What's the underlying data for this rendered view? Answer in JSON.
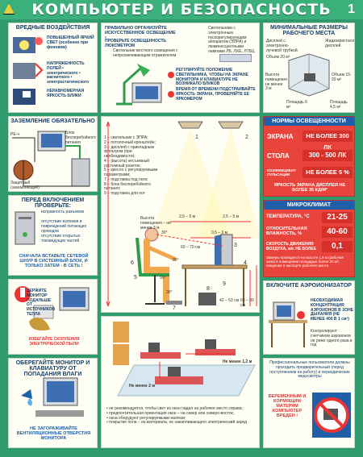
{
  "header": {
    "title": "КОМПЬЮТЕР И БЕЗОПАСНОСТЬ",
    "page_number": "1"
  },
  "harmful": {
    "title": "ВРЕДНЫЕ ВОЗДЕЙСТВИЯ",
    "items": [
      "ПОВЫШЕННЫЙ ЯРКИЙ СВЕТ (особенно при фоновом)",
      "НАПРЯЖЕННОСТЬ ПОЛЕЙ • электрического • магнитного • электростатического",
      "НЕРАВНОМЕРНАЯ ЯРКОСТЬ БЛИКИ"
    ]
  },
  "lighting": {
    "title": "ПРАВИЛЬНО ОРГАНИЗУЙТЕ ИСКУССТВЕННОЕ ОСВЕЩЕНИЕ !",
    "sub": "ПРОВЕРЬТЕ ОСВЕЩЕННОСТЬ ЛЮКСМЕТРОМ",
    "lamp_note": "Светильники с электронным пускорегулирующим аппаратом (ЭПРА) и люминесцентными лампами ЛБ, ЛХЕ, ЛТБЦ",
    "local": "Светильник местного освещения с непросвечивающим отражателем",
    "tip1": "РЕГУЛИРУЙТЕ ПОЛОЖЕНИЕ СВЕТИЛЬНИКА, ЧТОБЫ НА ЭКРАНЕ МОНИТОРА И КЛАВИАТУРЕ НЕ ВОЗНИКАЛО БЛИКОВ",
    "tip2": "ВРЕМЯ ОТ ВРЕМЕНИ ПОДСТРАИВАЙТЕ ЯРКОСТЬ ЭКРАНА, ПРОВЕРЯЙТЕ ЕЕ ЯРКОМЕРОМ"
  },
  "minsizes": {
    "title": "МИНИМАЛЬНЫЕ РАЗМЕРЫ РАБОЧЕГО МЕСТА",
    "d1": "Дисплей с электронно-лучевой трубкой",
    "d2": "Жидкокристаллический дисплей",
    "v1": "Объем 20 м³",
    "v2": "Объем 15-20 м³",
    "a1": "Площадь 6 м²",
    "a2": "Площадь 4,5 м²",
    "h": "Высота помещения не менее 3 м"
  },
  "grounding": {
    "title": "ЗАЗЕМЛЕНИЕ ОБЯЗАТЕЛЬНО",
    "labels": [
      "Блок бесперебойного питания",
      "Защитный (заземляющий) проводник",
      "РЕ-ч"
    ]
  },
  "norms": {
    "title": "НОРМЫ ОСВЕЩЕННОСТИ",
    "rows": [
      {
        "label": "ЭКРАНА",
        "value": "НЕ БОЛЕЕ 300 ЛК"
      },
      {
        "label": "СТОЛА",
        "value": "300 - 500 ЛК"
      },
      {
        "label": "КОЭФФИЦИЕНТ ПУЛЬСАЦИИ",
        "value": "НЕ БОЛЕЕ 5 %"
      }
    ],
    "foot": "ЯРКОСТЬ ЭКРАНА ДИСПЛЕЯ НЕ БОЛЕЕ 35 КД/М²"
  },
  "check": {
    "title": "ПЕРЕД ВКЛЮЧЕНИЕМ ПРОВЕРЬТЕ:",
    "items": [
      "исправность разъемов",
      "отсутствие изломов и повреждений питающих проводов",
      "отсутствие открытых токоведущих частей"
    ],
    "foot": "СНАЧАЛА ВСТАВЬТЕ СЕТЕВОЙ ШНУР В СИСТЕМНЫЙ БЛОК, И ТОЛЬКО ЗАТЕМ - В СЕТЬ !"
  },
  "diagram": {
    "legend": [
      "1 – светильник с ЭПРА;",
      "2 – потолочный кронштейн;",
      "3 – дисплей с прикладным фильтром (при необходимости);",
      "4 – (высота) несъемный системный розеток;",
      "5 – кресло с регулируемыми параметрами;",
      "7 – подставка под ноги;",
      "8 – блок бесперебойного питания;",
      "9 – подставка для ног"
    ],
    "h_label": "Высота помещения – не менее 3 м",
    "dim1": "2,5 – 5 м",
    "dim2": "2,5 – 5 м",
    "dim3": "0,5 – 3 м",
    "angle1": "30°",
    "dist": "60 – 70 см",
    "angle2": "90°",
    "angle3": "90°",
    "angle4": "90°",
    "h1": "42 – 53 см",
    "h2": "68 – 80 см",
    "nums": [
      "1",
      "2",
      "3",
      "4",
      "5",
      "6",
      "7",
      "8",
      "9"
    ]
  },
  "microclimate": {
    "title": "МИКРОКЛИМАТ",
    "rows": [
      {
        "label": "ТЕМПЕРАТУРА, °С",
        "value": "21-25"
      },
      {
        "label": "ОТНОСИТЕЛЬНАЯ ВЛАЖНОСТЬ, %",
        "value": "40-60"
      },
      {
        "label": "СКОРОСТЬ ДВИЖЕНИЯ ВОЗДУХА, м/с НЕ БОЛЕЕ",
        "value": "0,1"
      }
    ],
    "note": "Замеры проводятся на высоте 1,5 м (рабочая зона) в помещении площадью более 20 м²; сведения в паспорте рабочего места"
  },
  "heat": {
    "warn": "ДЕРЖИТЕ МОНИТОР ПОДАЛЬШЕ ОТ ИСТОЧНИКОВ ТЕПЛА",
    "avoid": "ИЗБЕГАЙТЕ СКОПЛЕНИЯ ЭЛЕКТРИЧЕСКОЙ ПЫЛИ"
  },
  "ionizer": {
    "title": "ВКЛЮЧИТЕ АЭРОИОНИЗАТОР",
    "t1": "НЕОБХОДИМАЯ КОНЦЕНТРАЦИЯ АЭРОИОНОВ В ЗОНЕ ДЫХАНИЯ (НЕ МЕНЕЕ 400 В 1 см³)",
    "t2": "Контролируют счетчиком аэроионов не реже одного раза в год"
  },
  "moisture": {
    "title": "ОБЕРЕГАЙТЕ МОНИТОР И КЛАВИАТУРУ ОТ ПОПАДАНИЯ ВЛАГИ",
    "foot": "НЕ ЗАГОРАЖИВАЙТЕ ВЕНТИЛЯЦИОННЫЕ ОТВЕРСТИЯ МОНИТОРА"
  },
  "room": {
    "d1": "Не менее 2 м",
    "d2": "Не менее 1,2 м",
    "rules": [
      "• не рекомендуется, чтобы свет из окон падал на рабочее место справа;",
      "• предпочтительная ориентация окон – на север или северо-восток;",
      "• окна оборудуют регулируемыми жалюзи;",
      "• покрытие пола – из материала, не накапливающего электрический заряд"
    ]
  },
  "pregnant": {
    "t1": "Профессиональные пользователи должны проходить предварительный (перед поступлением на работу) и периодические медосмотры",
    "t2": "БЕРЕМЕННЫМ И КОРМЯЩИМ МАТЕРЯМ КОМПЬЮТЕР ВРЕДЕН !"
  },
  "colors": {
    "bg": "#2e9a6e",
    "blue": "#1f5fa8",
    "red": "#e8443b",
    "cream": "#fffef4"
  }
}
